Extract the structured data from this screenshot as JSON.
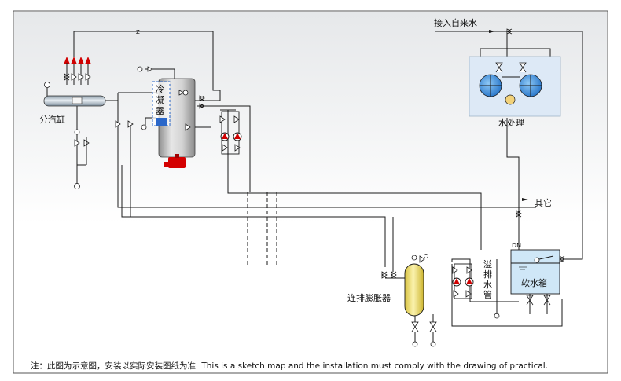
{
  "labels": {
    "water_inlet": "接入自来水",
    "water_treatment": "水处理",
    "steam_header": "分汽缸",
    "condenser": "冷\n凝\n器",
    "other": "其它",
    "dn": "DN",
    "overflow_drain": "溢\n排\n水\n管",
    "soft_water_tank": "软水箱",
    "blowdown_tank": "连排膨胀器",
    "z_mark": "Z"
  },
  "note": {
    "cn": "注：此图为示意图，安装以实际安装图纸为准",
    "en": "This is a sketch map and the installation must comply with the drawing of practical."
  },
  "colors": {
    "pipe": "#1a1a1a",
    "boiler_body": "#bfbfbf",
    "burner": "#d40000",
    "condenser_blue": "#2a67c9",
    "treatment_panel": "#dde9f6",
    "softener_blue": "#3a8ee0",
    "salt_yellow": "#f2d27a",
    "tank_blue": "#cfe7f7",
    "blowdown_yellow": "#f5e58a",
    "pump_red": "#d00000"
  }
}
